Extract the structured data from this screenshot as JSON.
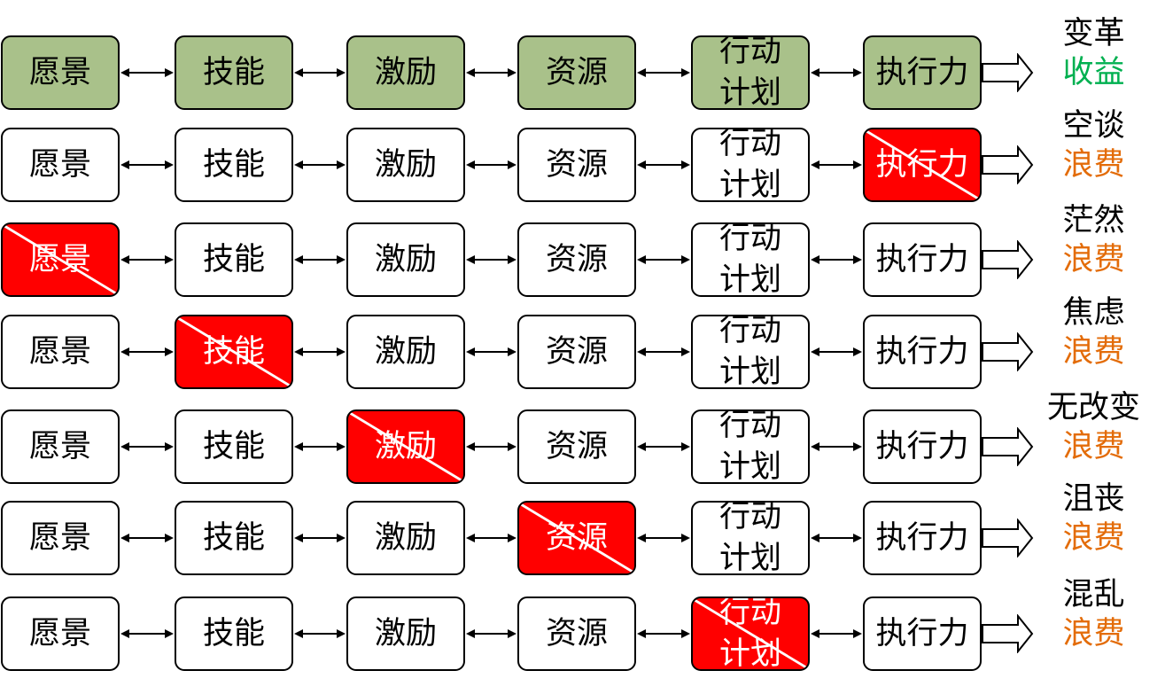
{
  "colors": {
    "success_box": "#a9c18a",
    "normal_box": "#ffffff",
    "missing_box": "#ff0000",
    "benefit_text": "#00b050",
    "waste_text": "#e36c09"
  },
  "stages": [
    "愿景",
    "技能",
    "激励",
    "资源",
    "行动\n计划",
    "执行力"
  ],
  "rows": [
    {
      "missing": null,
      "outcome": "变革",
      "result": "收益",
      "result_type": "benefit"
    },
    {
      "missing": 5,
      "outcome": "空谈",
      "result": "浪费",
      "result_type": "waste"
    },
    {
      "missing": 0,
      "outcome": "茫然",
      "result": "浪费",
      "result_type": "waste"
    },
    {
      "missing": 1,
      "outcome": "焦虑",
      "result": "浪费",
      "result_type": "waste"
    },
    {
      "missing": 2,
      "outcome": "无改变",
      "result": "浪费",
      "result_type": "waste"
    },
    {
      "missing": 3,
      "outcome": "沮丧",
      "result": "浪费",
      "result_type": "waste"
    },
    {
      "missing": 4,
      "outcome": "混乱",
      "result": "浪费",
      "result_type": "waste"
    }
  ]
}
